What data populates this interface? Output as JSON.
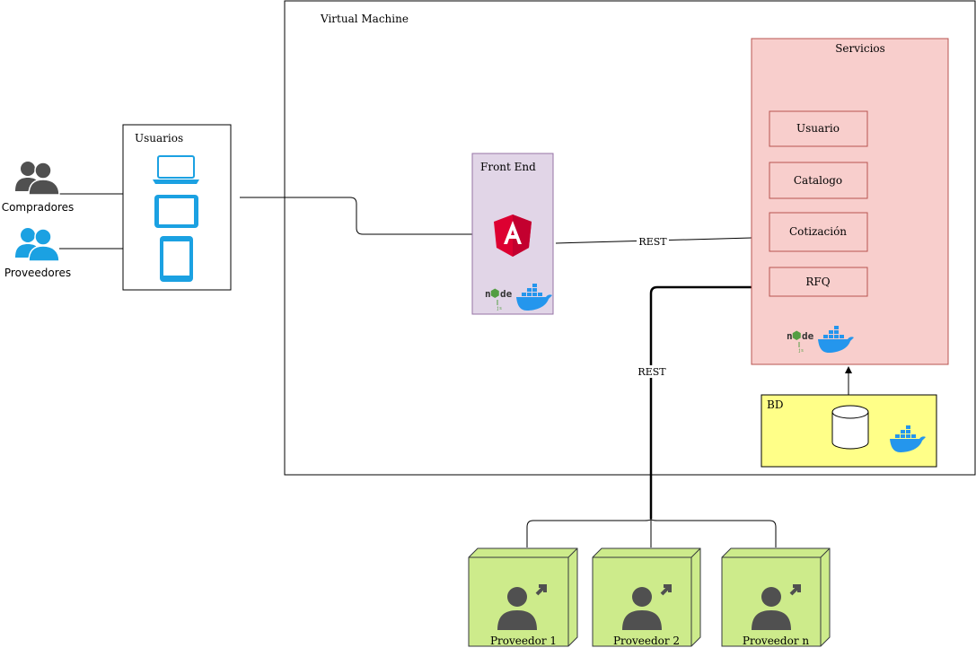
{
  "actors": {
    "compradores": "Compradores",
    "proveedores": "Proveedores"
  },
  "usuarios": {
    "title": "Usuarios"
  },
  "vm": {
    "title": "Virtual Machine"
  },
  "frontend": {
    "title": "Front End"
  },
  "servicios": {
    "title": "Servicios",
    "items": [
      "Usuario",
      "Catalogo",
      "Cotización",
      "RFQ"
    ]
  },
  "bd": {
    "title": "BD"
  },
  "edges": {
    "rest_front": "REST",
    "rest_prov": "REST"
  },
  "providers": [
    "Proveedor 1",
    "Proveedor 2",
    "Proveedor n"
  ],
  "colors": {
    "vm_fill": "#ffffff",
    "frontend_fill": "#e1d5e7",
    "frontend_stroke": "#9673a6",
    "servicios_fill": "#f8cecc",
    "servicios_stroke": "#b85450",
    "bd_fill": "#ffff88",
    "provider_fill": "#cdeb8b",
    "provider_stroke": "#36393d",
    "device_blue": "#1ba1e2",
    "person_dark": "#505050",
    "person_blue": "#1ba1e2",
    "angular_red": "#dd0031",
    "docker_blue": "#2496ed",
    "node_green": "#539e43"
  },
  "icons": [
    "users-icon",
    "laptop-icon",
    "tablet-icon",
    "phone-icon",
    "angular-icon",
    "nodejs-icon",
    "docker-icon",
    "database-icon",
    "external-user-icon"
  ]
}
